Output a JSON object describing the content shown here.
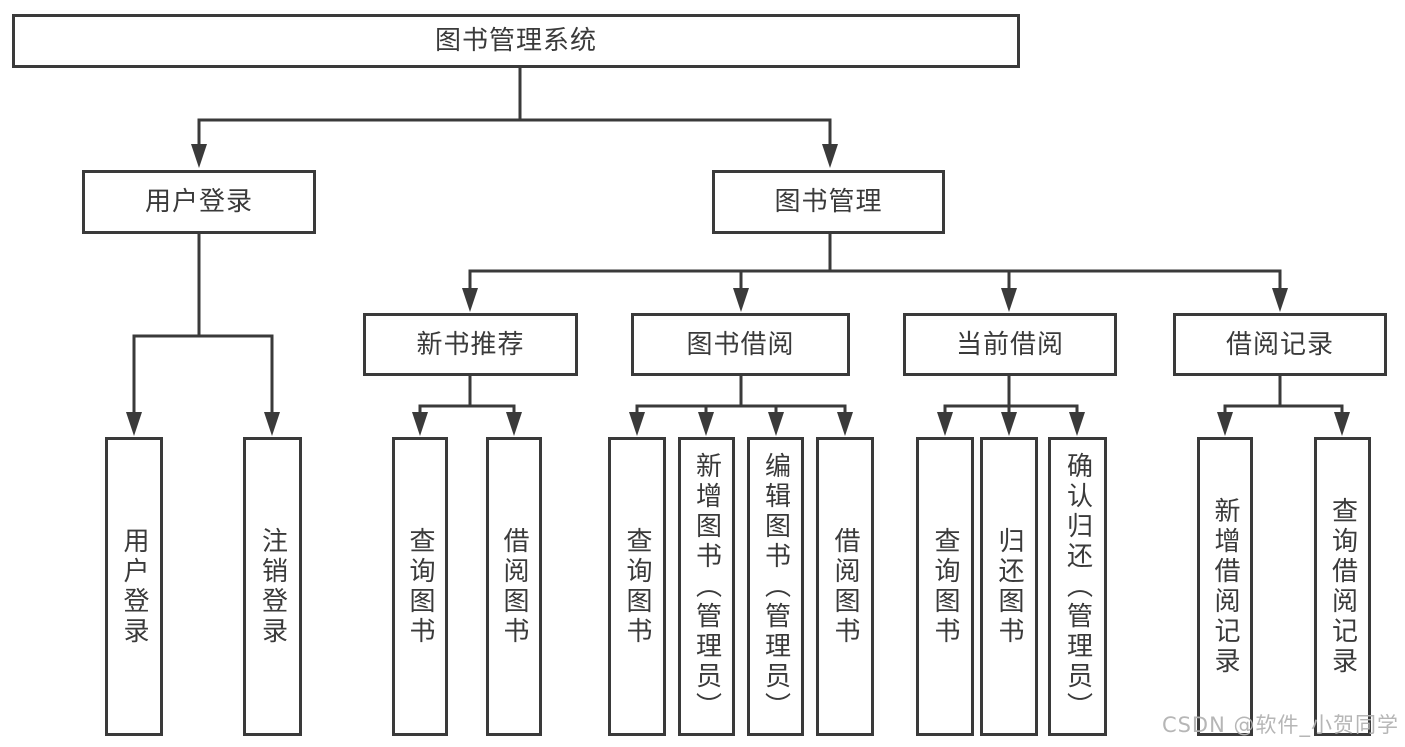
{
  "root": {
    "label": "图书管理系统"
  },
  "login": {
    "label": "用户登录",
    "children": [
      {
        "label": "用户登录"
      },
      {
        "label": "注销登录"
      }
    ]
  },
  "management": {
    "label": "图书管理",
    "sections": [
      {
        "label": "新书推荐",
        "children": [
          {
            "label": "查询图书"
          },
          {
            "label": "借阅图书"
          }
        ]
      },
      {
        "label": "图书借阅",
        "children": [
          {
            "label": "查询图书"
          },
          {
            "label": "新增图书（管理员）"
          },
          {
            "label": "编辑图书（管理员）"
          },
          {
            "label": "借阅图书"
          }
        ]
      },
      {
        "label": "当前借阅",
        "children": [
          {
            "label": "查询图书"
          },
          {
            "label": "归还图书"
          },
          {
            "label": "确认归还（管理员）"
          }
        ]
      },
      {
        "label": "借阅记录",
        "children": [
          {
            "label": "新增借阅记录"
          },
          {
            "label": "查询借阅记录"
          }
        ]
      }
    ]
  },
  "watermark": "CSDN @软件_小贺同学",
  "colors": {
    "border": "#3a3a3a",
    "text": "#3a3a3a",
    "line": "#3a3a3a",
    "watermark": "#b2b2b2",
    "background": "#ffffff"
  }
}
